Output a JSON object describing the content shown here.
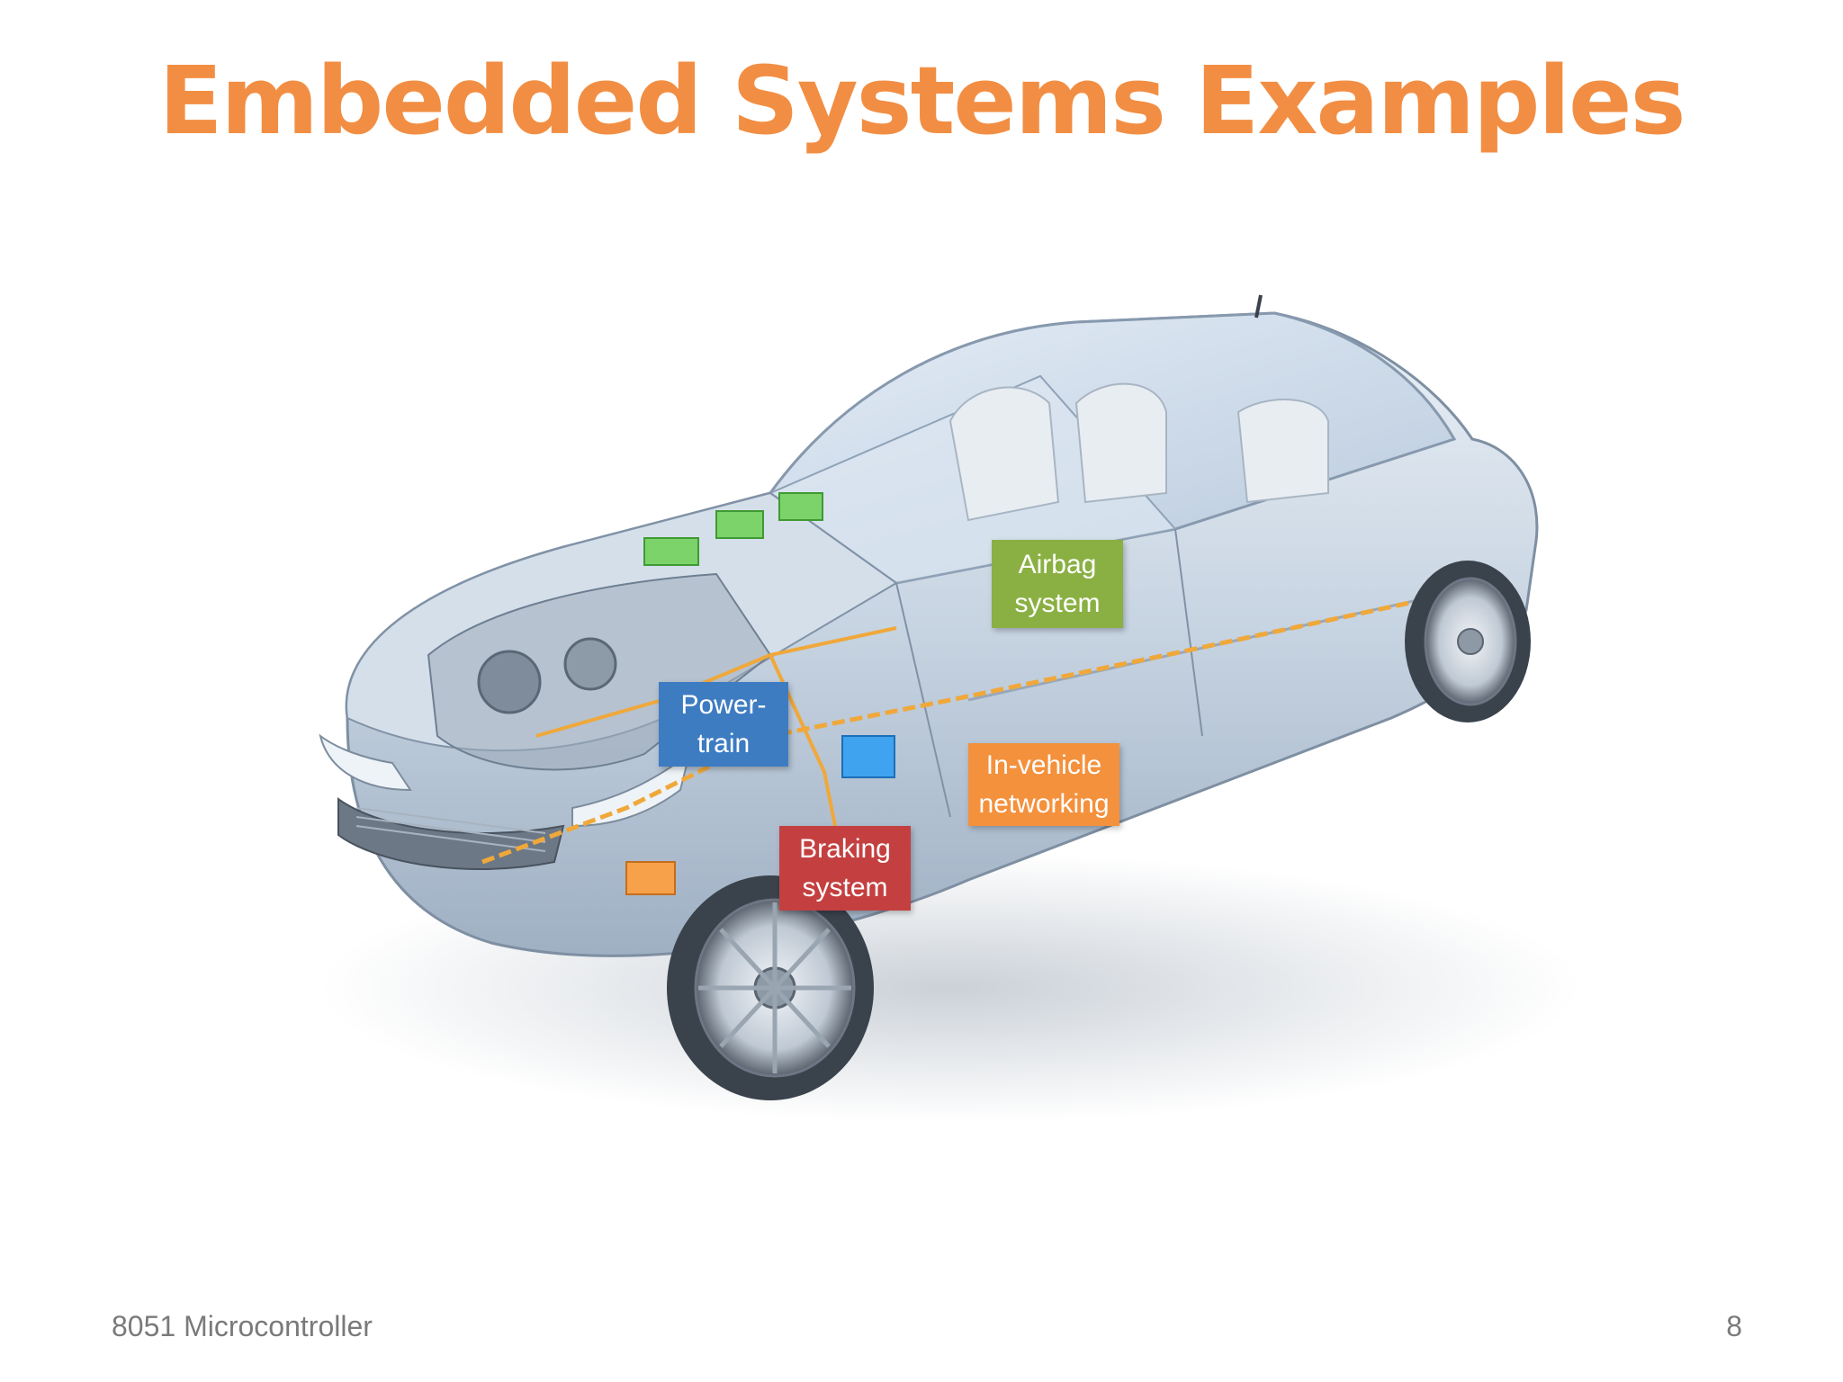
{
  "slide": {
    "title": "Embedded Systems Examples",
    "footer_left": "8051 Microcontroller",
    "page_number": "8"
  },
  "diagram": {
    "image_subject": "car-cutaway-illustration",
    "callouts": [
      {
        "id": "airbag",
        "label": "Airbag\nsystem",
        "color": "#8AB043"
      },
      {
        "id": "powertrain",
        "label": "Power-\ntrain",
        "color": "#3E7CC2"
      },
      {
        "id": "in-vehicle-networking",
        "label": "In-vehicle\nnetworking",
        "color": "#F4913D"
      },
      {
        "id": "braking",
        "label": "Braking\nsystem",
        "color": "#C44040"
      }
    ]
  },
  "colors": {
    "title": "#F28E43",
    "footer": "#7a7a7a",
    "car_body": "#C9D5E2",
    "wiring": "#F0A83A"
  }
}
